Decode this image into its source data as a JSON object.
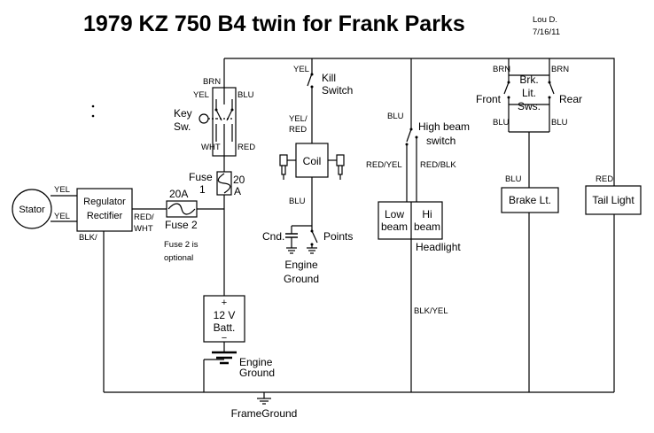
{
  "title": "1979 KZ 750 B4 twin for Frank Parks",
  "author": "Lou D.",
  "date": "7/16/11",
  "components": {
    "stator": "Stator",
    "regulator_line1": "Regulator",
    "regulator_line2": "Rectifier",
    "fuse2_rating": "20A",
    "fuse2_label": "Fuse 2",
    "fuse2_note_line1": "Fuse 2 is",
    "fuse2_note_line2": "optional",
    "fuse1_line1": "Fuse",
    "fuse1_line2": "1",
    "fuse1_rating_line1": "20",
    "fuse1_rating_line2": "A",
    "key_switch_line1": "Key",
    "key_switch_line2": "Sw.",
    "kill_switch_line1": "Kill",
    "kill_switch_line2": "Switch",
    "coil": "Coil",
    "condenser": "Cnd.",
    "points": "Points",
    "engine_ground_top_line1": "Engine",
    "engine_ground_top_line2": "Ground",
    "battery_plus": "+",
    "battery_line1": "12 V",
    "battery_line2": "Batt.",
    "battery_minus": "−",
    "engine_ground_bottom_line1": "Engine",
    "engine_ground_bottom_line2": "Ground",
    "frame_ground": "FrameGround",
    "high_beam_switch_line1": "High beam",
    "high_beam_switch_line2": "switch",
    "low_beam_line1": "Low",
    "low_beam_line2": "beam",
    "hi_beam_line1": "Hi",
    "hi_beam_line2": "beam",
    "headlight": "Headlight",
    "brake_switch_line1": "Brk.",
    "brake_switch_line2": "Lit.",
    "brake_switch_line3": "Sws.",
    "front": "Front",
    "rear": "Rear",
    "brake_light": "Brake Lt.",
    "tail_light": "Tail Light"
  },
  "wire_labels": {
    "stator_yel_top": "YEL",
    "stator_yel_bottom": "YEL",
    "reg_blk": "BLK/",
    "reg_out_line1": "RED/",
    "reg_out_line2": "WHT",
    "key_brn": "BRN",
    "key_yel": "YEL",
    "key_blu": "BLU",
    "key_wht": "WHT",
    "key_red": "RED",
    "kill_yel": "YEL",
    "coil_in_line1": "YEL/",
    "coil_in_line2": "RED",
    "coil_blu": "BLU",
    "hb_blu": "BLU",
    "hb_red_yel": "RED/YEL",
    "hb_red_blk": "RED/BLK",
    "headlight_ground": "BLK/YEL",
    "brk_brn_front": "BRN",
    "brk_brn_rear": "BRN",
    "brk_blu_front": "BLU",
    "brk_blu_rear": "BLU",
    "brake_light_blu": "BLU",
    "tail_red": "RED"
  }
}
